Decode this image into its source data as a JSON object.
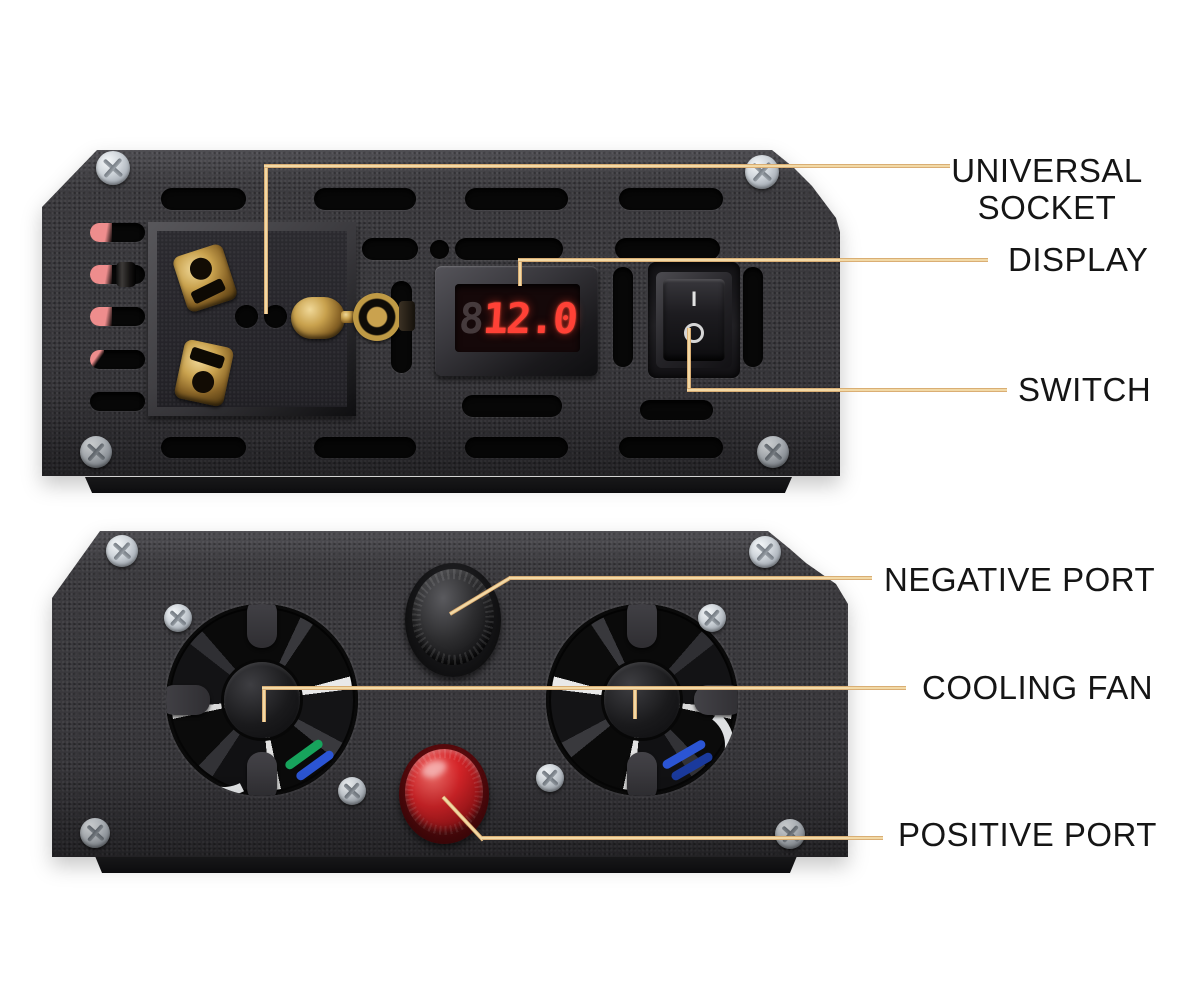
{
  "callouts": {
    "universal_socket": {
      "line1": "UNIVERSAL",
      "line2": "SOCKET"
    },
    "display": "DISPLAY",
    "switch": "SWITCH",
    "negative_port": "NEGATIVE PORT",
    "cooling_fan": "COOLING FAN",
    "positive_port": "POSITIVE PORT"
  },
  "front_panel": {
    "display_reading": "12.0",
    "display_unlit_digit": "8",
    "switch_on_symbol": "I",
    "switch_off_symbol": "O"
  },
  "colors": {
    "background": "#FFFFFF",
    "panel_gray": "#3B3A3E",
    "leader_line_fill": "#F2D9A6",
    "leader_line_edge": "#C88F51",
    "label_text": "#151515",
    "display_digit_red": "#FF4136",
    "positive_port_red": "#D42428",
    "negative_port_black": "#2A2A2C",
    "vent_accent_red": "#EE8D8D",
    "screw_silver": "#C9CFD5",
    "socket_brass": "#C9A24E"
  }
}
